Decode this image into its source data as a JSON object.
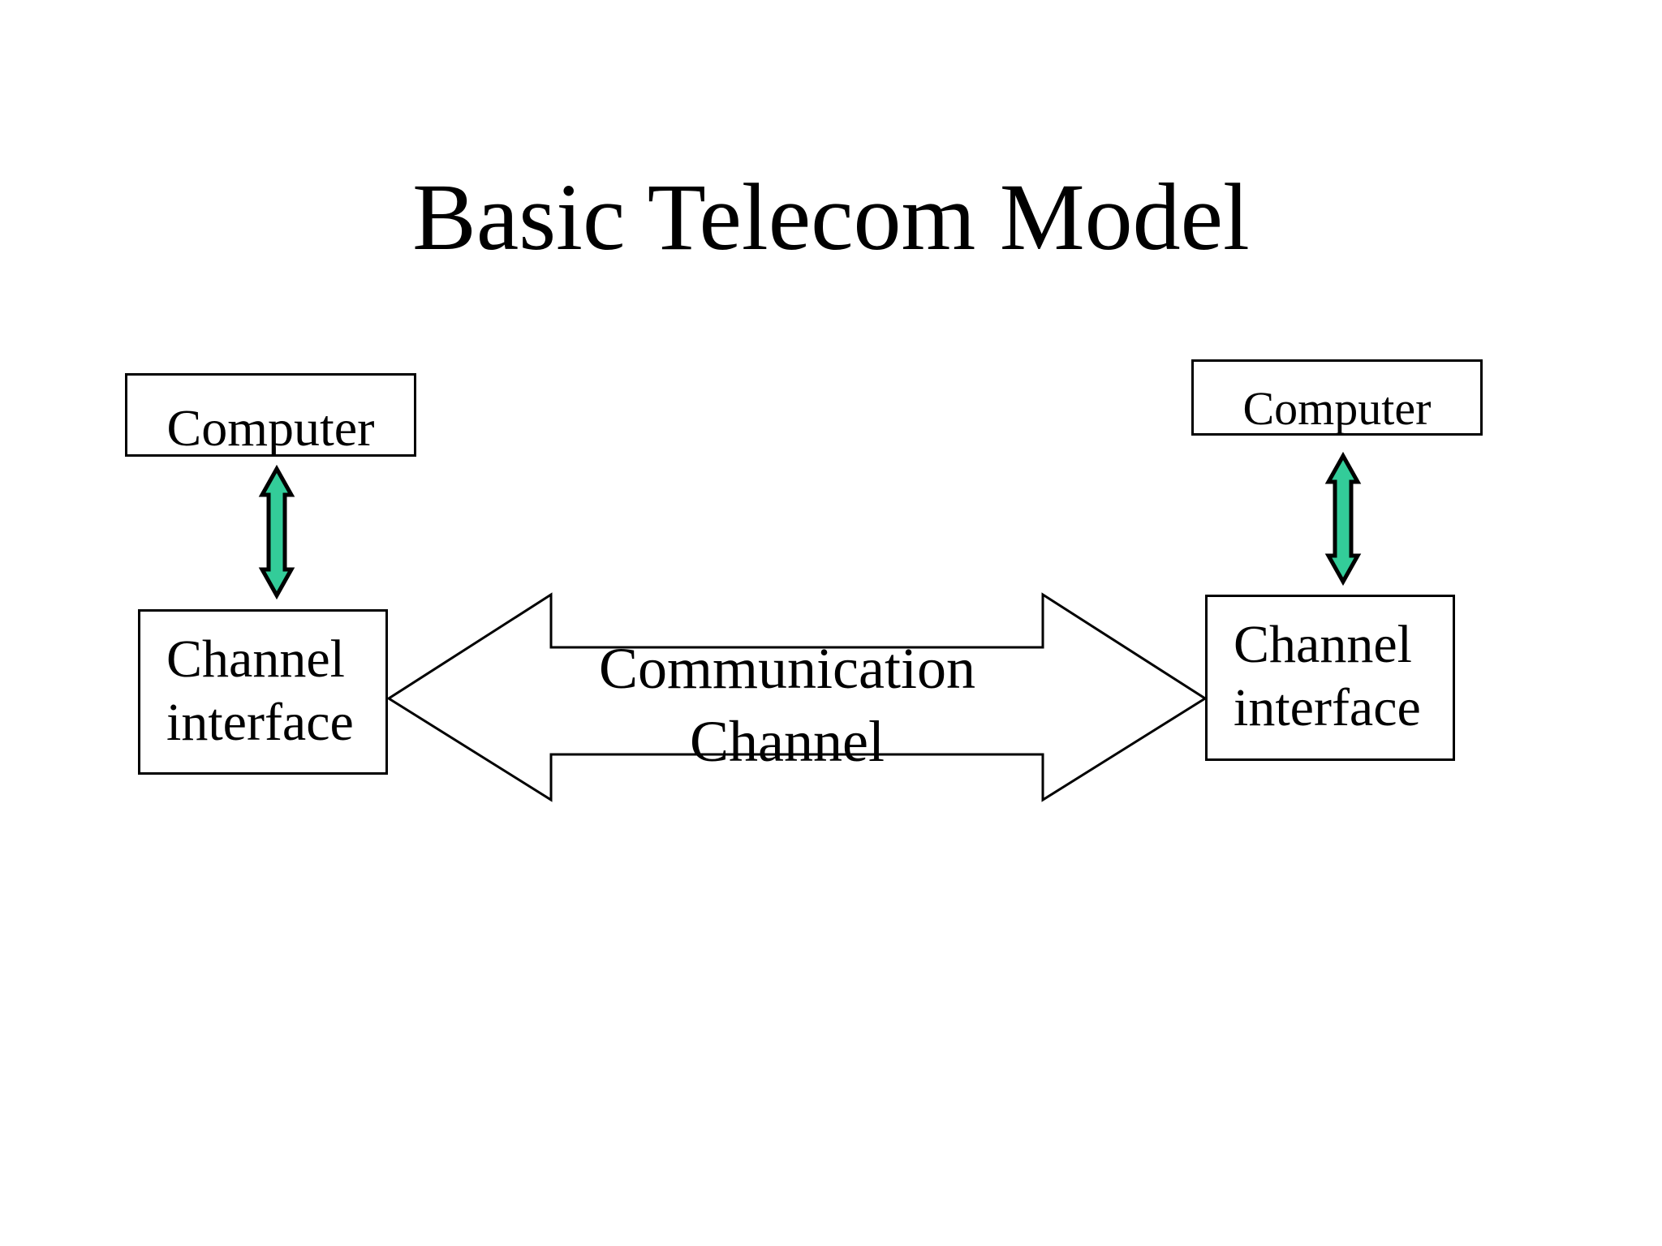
{
  "slide": {
    "title": "Basic Telecom Model"
  },
  "colors": {
    "background": "#ffffff",
    "ink": "#000000",
    "link_arrow_fill": "#33cc99",
    "link_arrow_stroke": "#000000",
    "channel_arrow_fill": "#ffffff",
    "channel_arrow_stroke": "#000000"
  },
  "left_station": {
    "computer_label": "Computer",
    "interface_line1": "Channel",
    "interface_line2": "interface"
  },
  "right_station": {
    "computer_label": "Computer",
    "interface_line1": "Channel",
    "interface_line2": "interface"
  },
  "channel": {
    "line1": "Communication",
    "line2": "Channel"
  },
  "icons": {
    "left_link": "up-down-double-arrow-icon",
    "right_link": "up-down-double-arrow-icon",
    "channel_link": "left-right-double-arrow-icon"
  }
}
